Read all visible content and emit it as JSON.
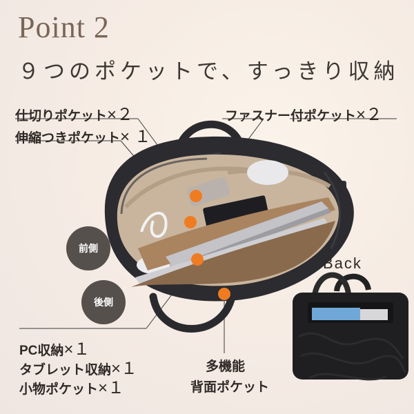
{
  "header": {
    "title": "Point 2",
    "subtitle": "９つのポケットで、すっきり収納"
  },
  "callouts": {
    "divider_pocket": {
      "text": "仕切りポケット",
      "count": "×２"
    },
    "elastic_pocket": {
      "text": "伸縮つきポケット",
      "count": "× １"
    },
    "zipper_pocket": {
      "text": "ファスナー付ポケット",
      "count": "×２"
    },
    "pc_pocket": {
      "text": "PC収納",
      "count": "×１"
    },
    "tablet_pocket": {
      "text": "タブレット収納",
      "count": "×１"
    },
    "small_pocket": {
      "text": "小物ポケット",
      "count": "×１"
    },
    "back_pocket_line1": "多機能",
    "back_pocket_line2": "背面ポケット"
  },
  "badges": {
    "front": "前側",
    "back": "後側"
  },
  "back_view": {
    "label": "Back"
  },
  "colors": {
    "accent_dot": "#f07c22",
    "badge_bg": "#55504c",
    "bag_body": "#2a2a2e",
    "lining": "#c8b49c",
    "title": "#7a6658"
  }
}
